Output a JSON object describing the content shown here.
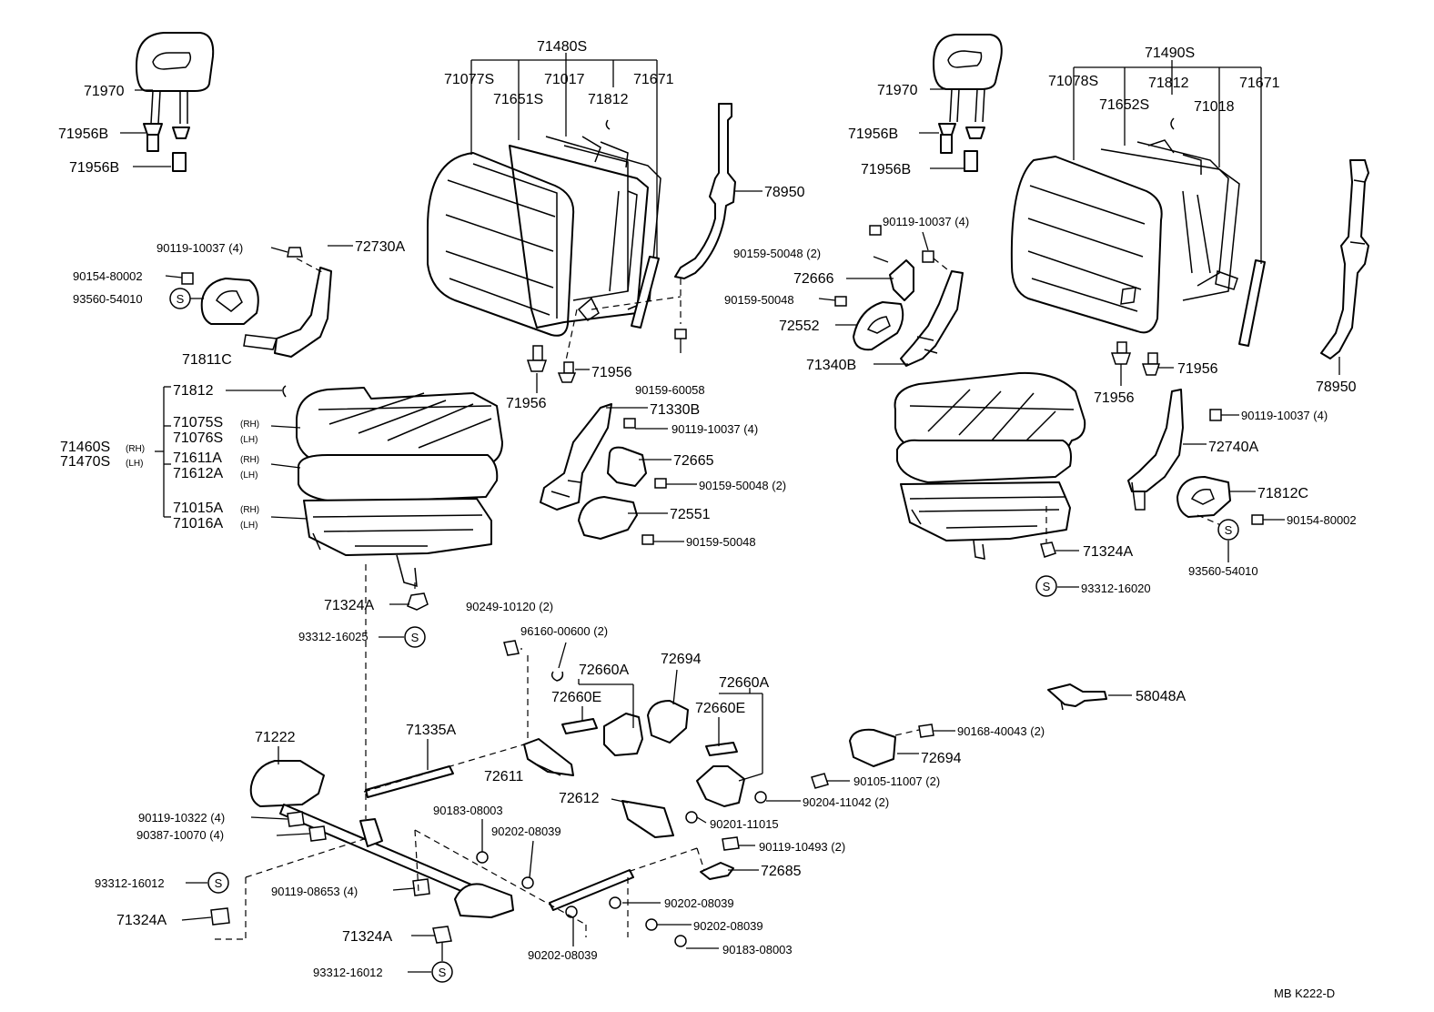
{
  "footer": {
    "code": "MB  K222-D"
  },
  "s_mark": "S",
  "left": {
    "headrest": "71970",
    "support_a": "71956B",
    "support_b": "71956B",
    "back_assy": "71480S",
    "back_cover": "71077S",
    "back_pad": "71651S",
    "back_frame": "71017",
    "back_clip": "71812",
    "back_board": "71671",
    "belt": "78950",
    "screw_a": "90119-10037 (4)",
    "screw_b": "90154-80002",
    "s_93560": "93560-54010",
    "recl_cover": "71811C",
    "recliner": "72730A",
    "seat_assy_rh": "71460S",
    "seat_assy_lh": "71470S",
    "rh": "(RH)",
    "lh": "(LH)",
    "cush_clip": "71812",
    "cush_cover_rh": "71075S",
    "cush_cover_lh": "71076S",
    "cush_pad_rh": "71611A",
    "cush_pad_lh": "71612A",
    "cush_frame_rh": "71015A",
    "cush_frame_lh": "71016A",
    "guide_a": "71956",
    "guide_b": "71956",
    "bolt_60058": "90159-60058",
    "hinge": "71330B",
    "screw_c": "90119-10037 (4)",
    "cover_72665": "72665",
    "screw_d": "90159-50048 (2)",
    "cover_72551": "72551",
    "screw_e": "90159-50048",
    "nut_71324": "71324A",
    "s_93312_16025": "93312-16025"
  },
  "right": {
    "headrest": "71970",
    "support_a": "71956B",
    "support_b": "71956B",
    "back_assy": "71490S",
    "back_cover": "71078S",
    "back_clip": "71812",
    "back_board": "71671",
    "back_pad": "71652S",
    "back_frame": "71018",
    "screw_a": "90119-10037 (4)",
    "screw_b": "90159-50048 (2)",
    "cover_72666": "72666",
    "screw_c": "90159-50048",
    "cover_72552": "72552",
    "hinge": "71340B",
    "guide_a": "71956",
    "guide_b": "71956",
    "belt": "78950",
    "screw_d": "90119-10037 (4)",
    "recliner": "72740A",
    "recl_cover": "71812C",
    "screw_e": "90154-80002",
    "s_93560": "93560-54010",
    "nut_71324": "71324A",
    "s_93312": "93312-16020",
    "hook": "58048A"
  },
  "lower": {
    "bolt_90249": "90249-10120 (2)",
    "ring_96160": "96160-00600 (2)",
    "spring_left_a": "72660A",
    "spring_left_e": "72660E",
    "handle_left": "72694",
    "spring_right_a": "72660A",
    "spring_right_e": "72660E",
    "rod_71335": "71335A",
    "lock_72611": "72611",
    "adjuster": "71222",
    "bolt_10322": "90119-10322 (4)",
    "nut_10070": "90387-10070 (4)",
    "s_93312_a": "93312-16012",
    "nut_71324_a": "71324A",
    "bolt_08653": "90119-08653 (4)",
    "nut_71324_b": "71324A",
    "s_93312_b": "93312-16012",
    "w_08003": "90183-08003",
    "w_08039_a": "90202-08039",
    "w_08039_b": "90202-08039",
    "lock_72612": "72612",
    "w_08039_c": "90202-08039",
    "w_08039_d": "90202-08039",
    "w_08003_b": "90183-08003",
    "screw_40043": "90168-40043 (2)",
    "handle_right": "72694",
    "screw_11007": "90105-11007 (2)",
    "w_11042": "90204-11042 (2)",
    "w_11015": "90201-11015",
    "bolt_10493": "90119-10493 (2)",
    "link_72685": "72685"
  }
}
